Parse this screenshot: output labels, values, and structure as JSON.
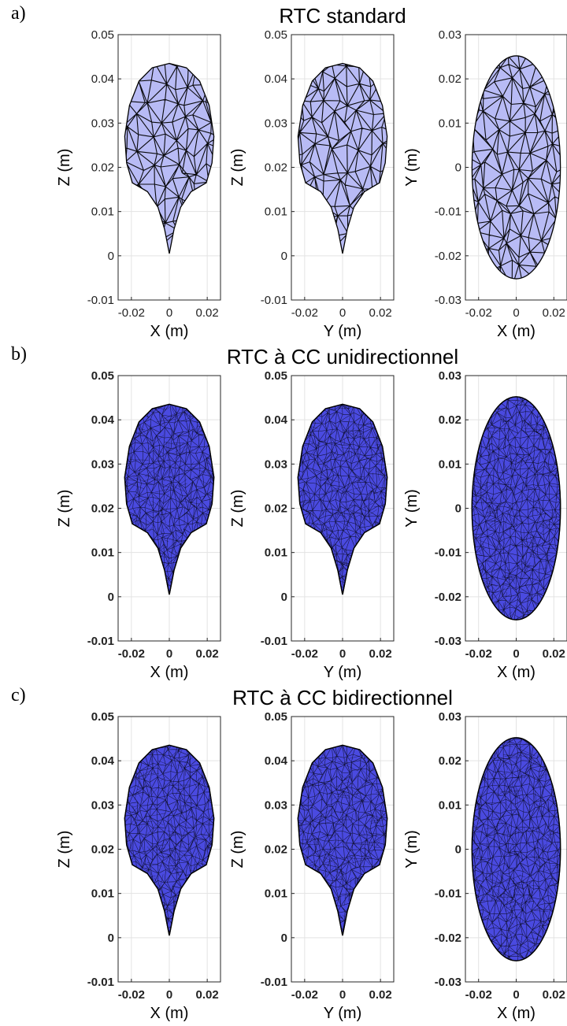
{
  "rows": [
    {
      "label": "a)",
      "title": "RTC standard",
      "style": "standard",
      "ticks_bold": false,
      "subplots": [
        {
          "xlabel": "X (m)",
          "ylabel": "Z (m)"
        },
        {
          "xlabel": "Y (m)",
          "ylabel": "Z (m)"
        },
        {
          "xlabel": "X (m)",
          "ylabel": "Y (m)"
        }
      ]
    },
    {
      "label": "b)",
      "title": "RTC à CC unidirectionnel",
      "style": "dense",
      "ticks_bold": true,
      "subplots": [
        {
          "xlabel": "X (m)",
          "ylabel": "Z (m)"
        },
        {
          "xlabel": "Y (m)",
          "ylabel": "Z (m)"
        },
        {
          "xlabel": "X (m)",
          "ylabel": "Y (m)"
        }
      ]
    },
    {
      "label": "c)",
      "title": "RTC à CC bidirectionnel",
      "style": "dense",
      "ticks_bold": true,
      "subplots": [
        {
          "xlabel": "X (m)",
          "ylabel": "Z (m)"
        },
        {
          "xlabel": "Y (m)",
          "ylabel": "Z (m)"
        },
        {
          "xlabel": "X (m)",
          "ylabel": "Y (m)"
        }
      ]
    }
  ],
  "chart_data": {
    "type": "scatter",
    "description_shape": "3D triangular mesh projections (front, side, top)",
    "mesh_color": "#b8bbf5",
    "dense_mesh_color": "#4a4ae0",
    "edge_color": "#000000",
    "grid": true,
    "side_view": {
      "xlim": [
        -0.027,
        0.027
      ],
      "ylim": [
        -0.01,
        0.05
      ],
      "xticks": [
        -0.02,
        0,
        0.02
      ],
      "xtick_labels": [
        "-0.02",
        "0",
        "0.02"
      ],
      "yticks": [
        -0.01,
        0,
        0.01,
        0.02,
        0.03,
        0.04,
        0.05
      ],
      "ytick_labels": [
        "-0.01",
        "0",
        "0.01",
        "0.02",
        "0.03",
        "0.04",
        "0.05"
      ],
      "outline": [
        [
          0,
          0.0005
        ],
        [
          0.0025,
          0.006
        ],
        [
          0.006,
          0.011
        ],
        [
          0.0115,
          0.0145
        ],
        [
          0.0195,
          0.0165
        ],
        [
          0.0225,
          0.021
        ],
        [
          0.0235,
          0.027
        ],
        [
          0.021,
          0.034
        ],
        [
          0.016,
          0.0395
        ],
        [
          0.009,
          0.0425
        ],
        [
          0,
          0.0435
        ],
        [
          -0.009,
          0.0425
        ],
        [
          -0.016,
          0.0395
        ],
        [
          -0.021,
          0.034
        ],
        [
          -0.0235,
          0.027
        ],
        [
          -0.0225,
          0.021
        ],
        [
          -0.0195,
          0.0165
        ],
        [
          -0.0115,
          0.0145
        ],
        [
          -0.006,
          0.011
        ],
        [
          -0.0025,
          0.006
        ]
      ]
    },
    "top_view": {
      "xlim": [
        -0.027,
        0.027
      ],
      "ylim": [
        -0.03,
        0.03
      ],
      "xticks": [
        -0.02,
        0,
        0.02
      ],
      "xtick_labels": [
        "-0.02",
        "0",
        "0.02"
      ],
      "yticks": [
        -0.03,
        -0.02,
        -0.01,
        0,
        0.01,
        0.02,
        0.03
      ],
      "ytick_labels": [
        "-0.03",
        "-0.02",
        "-0.01",
        "0",
        "0.01",
        "0.02",
        "0.03"
      ],
      "ellipse": {
        "cx": 0,
        "cy": 0,
        "rx": 0.0235,
        "ry": 0.0252
      }
    }
  }
}
